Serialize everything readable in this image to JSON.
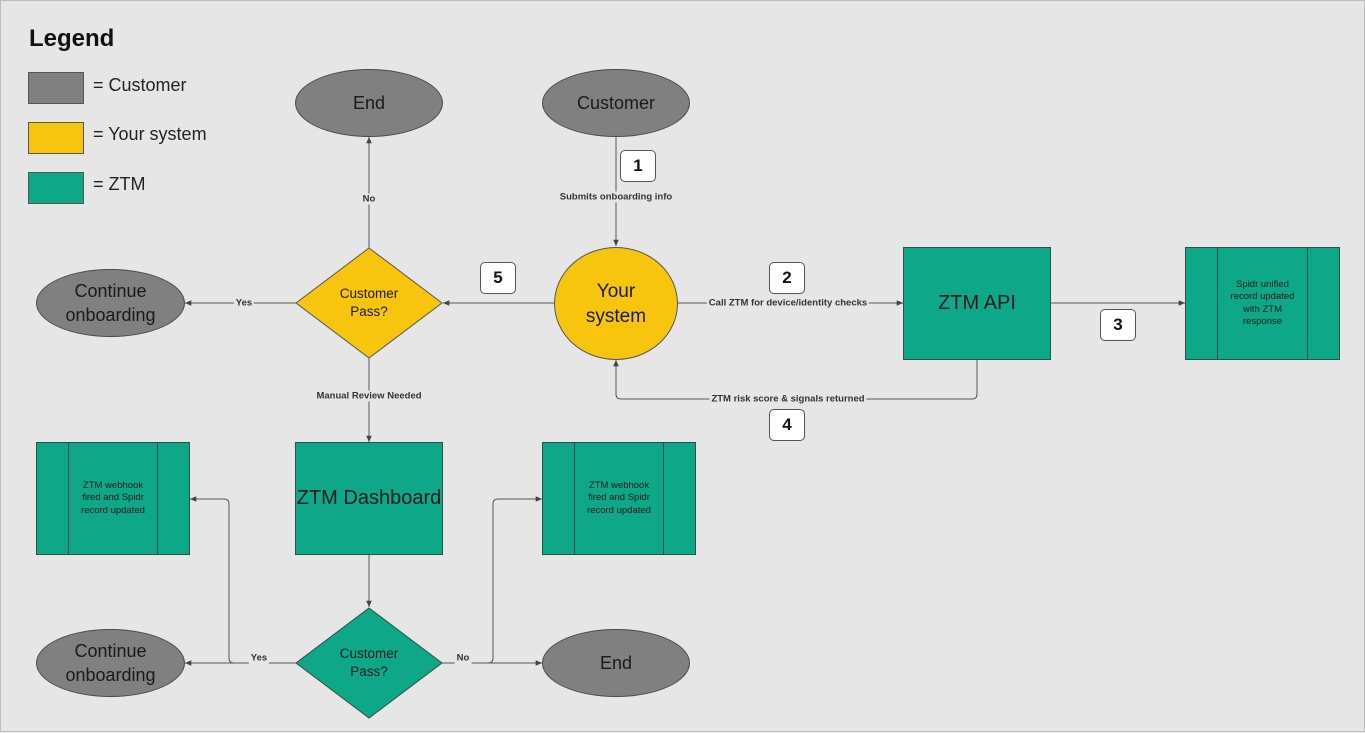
{
  "legend": {
    "title": "Legend",
    "items": [
      {
        "label": "= Customer",
        "color": "#808080"
      },
      {
        "label": "= Your system",
        "color": "#f8c50e"
      },
      {
        "label": "= ZTM",
        "color": "#0ea888"
      }
    ]
  },
  "nodes": {
    "customer": "Customer",
    "end_top": "End",
    "your_system": "Your\nsystem",
    "ztm_api": "ZTM API",
    "spidr_record": "Spidr unified\nrecord updated\nwith ZTM\nresponse",
    "decision_top": "Customer\nPass?",
    "continue_top": "Continue\nonboarding",
    "ztm_dashboard": "ZTM Dashboard",
    "webhook_left": "ZTM webhook\nfired and Spidr\nrecord updated",
    "webhook_right": "ZTM webhook\nfired and Spidr\nrecord updated",
    "decision_bottom": "Customer\nPass?",
    "continue_bottom": "Continue\nonboarding",
    "end_bottom": "End"
  },
  "edges": {
    "submits": "Submits onboarding info",
    "call_ztm": "Call ZTM for device/identity checks",
    "risk_returned": "ZTM risk score & signals returned",
    "no_top": "No",
    "yes_top": "Yes",
    "manual_review": "Manual Review Needed",
    "yes_bottom": "Yes",
    "no_bottom": "No"
  },
  "steps": [
    "1",
    "2",
    "3",
    "4",
    "5"
  ],
  "colors": {
    "customer": "#808080",
    "your_system": "#f8c50e",
    "ztm": "#0ea888"
  }
}
